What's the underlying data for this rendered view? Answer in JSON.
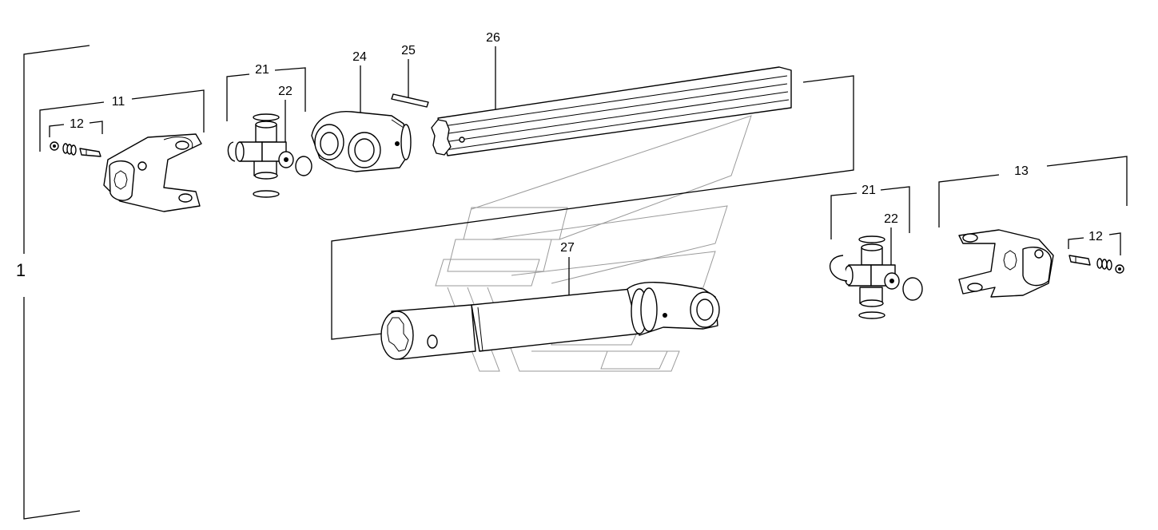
{
  "labels": {
    "assembly": "1",
    "yoke_left": "11",
    "bolt_left": "12",
    "cross_left": "21",
    "bearing_left": "22",
    "sleeve_yoke": "24",
    "pin": "25",
    "splined_shaft": "26",
    "tube_shaft": "27",
    "cross_right": "21",
    "bearing_right": "22",
    "yoke_right": "13",
    "bolt_right": "12"
  }
}
